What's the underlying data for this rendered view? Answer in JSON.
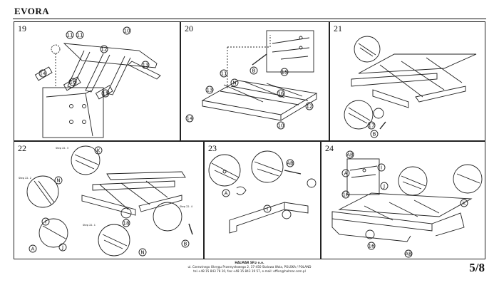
{
  "header": {
    "title": "EVORA"
  },
  "panels": [
    {
      "step": "19",
      "parts": [
        "10",
        "11",
        "11",
        "12",
        "13",
        "14",
        "15",
        "16"
      ]
    },
    {
      "step": "20",
      "parts": [
        "N",
        "B",
        "15",
        "11",
        "16",
        "13",
        "12",
        "14",
        "10",
        "13"
      ]
    },
    {
      "step": "21",
      "parts": [
        "17",
        "B",
        "N"
      ]
    },
    {
      "step": "22",
      "parts": [
        "K",
        "N",
        "I",
        "J",
        "A",
        "B",
        "N",
        "18"
      ],
      "step_refs": [
        "Step 22. 3",
        "Step 22. 2",
        "Step 22. 4",
        "Step 22. 1"
      ]
    },
    {
      "step": "23",
      "parts": [
        "I",
        "A",
        "AB"
      ]
    },
    {
      "step": "24",
      "parts": [
        "AB",
        "A",
        "I",
        "16",
        "J",
        "K",
        "16",
        "AB"
      ]
    }
  ],
  "footer": {
    "company": "HALMAR SP.z o.o.",
    "address": "ul. Czerwinego Okręgu Przemysłowego 2, 37-450 Stalowa Wola, POLSKA / POLAND",
    "contact": "tel.+48 15 843 78 10, fax:+48 15 843 19 57, e-mail: office@halmar.com.pl"
  },
  "page": {
    "number": "5/8"
  }
}
